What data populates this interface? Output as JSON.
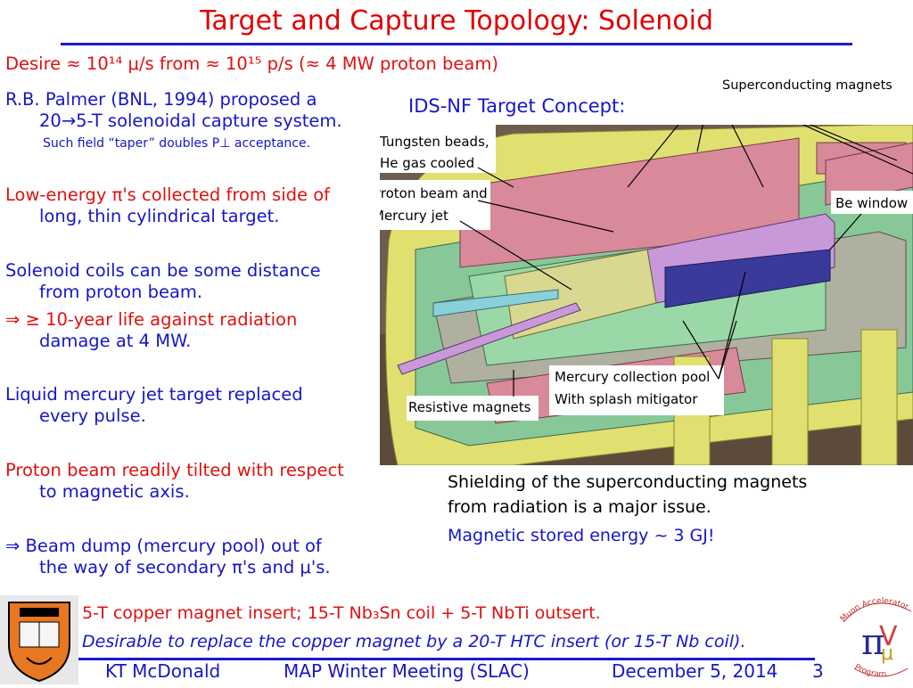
{
  "title": "Target and Capture Topology: Solenoid",
  "desire": "Desire ≈ 10¹⁴ μ/s from ≈ 10¹⁵ p/s (≈ 4 MW proton beam)",
  "palmer": {
    "line1": "R.B.  Palmer (BNL, 1994) proposed a",
    "line2": "20→5-T solenoidal capture system.",
    "note": "Such field “taper” doubles P⊥ acceptance."
  },
  "lowenergy": {
    "line1": "Low-energy π's collected from side of",
    "line2": "long, thin cylindrical target."
  },
  "coils": {
    "line1": "Solenoid coils can be some distance",
    "line2": "from proton beam.",
    "line3": "⇒  ≥ 10-year life against radiation",
    "line4": "damage at 4 MW."
  },
  "mercury": {
    "line1": "Liquid mercury jet target replaced",
    "line2": "every pulse."
  },
  "tilted": {
    "line1": "Proton beam readily tilted with respect",
    "line2": "to magnetic axis."
  },
  "dump": {
    "line1": "⇒ Beam dump (mercury pool) out of",
    "line2": "the way of secondary π's and μ's."
  },
  "diagram_labels": {
    "concept": "IDS-NF Target Concept:",
    "sc_magnets": "Superconducting magnets",
    "tungsten1": "Tungsten beads,",
    "tungsten2": "He gas cooled",
    "proton1": "Proton beam and",
    "proton2": "Mercury jet",
    "be_window": "Be window",
    "pool1": "Mercury collection pool",
    "pool2": "With splash mitigator",
    "resistive": "Resistive magnets"
  },
  "shielding": {
    "line1": "Shielding of the superconducting magnets",
    "line2": "from radiation is a major issue."
  },
  "energy": "Magnetic stored energy ~ 3 GJ!",
  "bottom": {
    "line1": "5-T copper magnet insert; 15-T Nb₃Sn coil +  5-T NbTi outsert.",
    "line2": "Desirable to replace the copper magnet by a 20-T HTC insert (or 15-T Nb coil)."
  },
  "footer": {
    "author": "KT McDonald",
    "meeting": "MAP Winter Meeting  (SLAC)",
    "date": "December 5, 2014",
    "page": "3"
  },
  "logo_text": "Muon Accelerator Program"
}
